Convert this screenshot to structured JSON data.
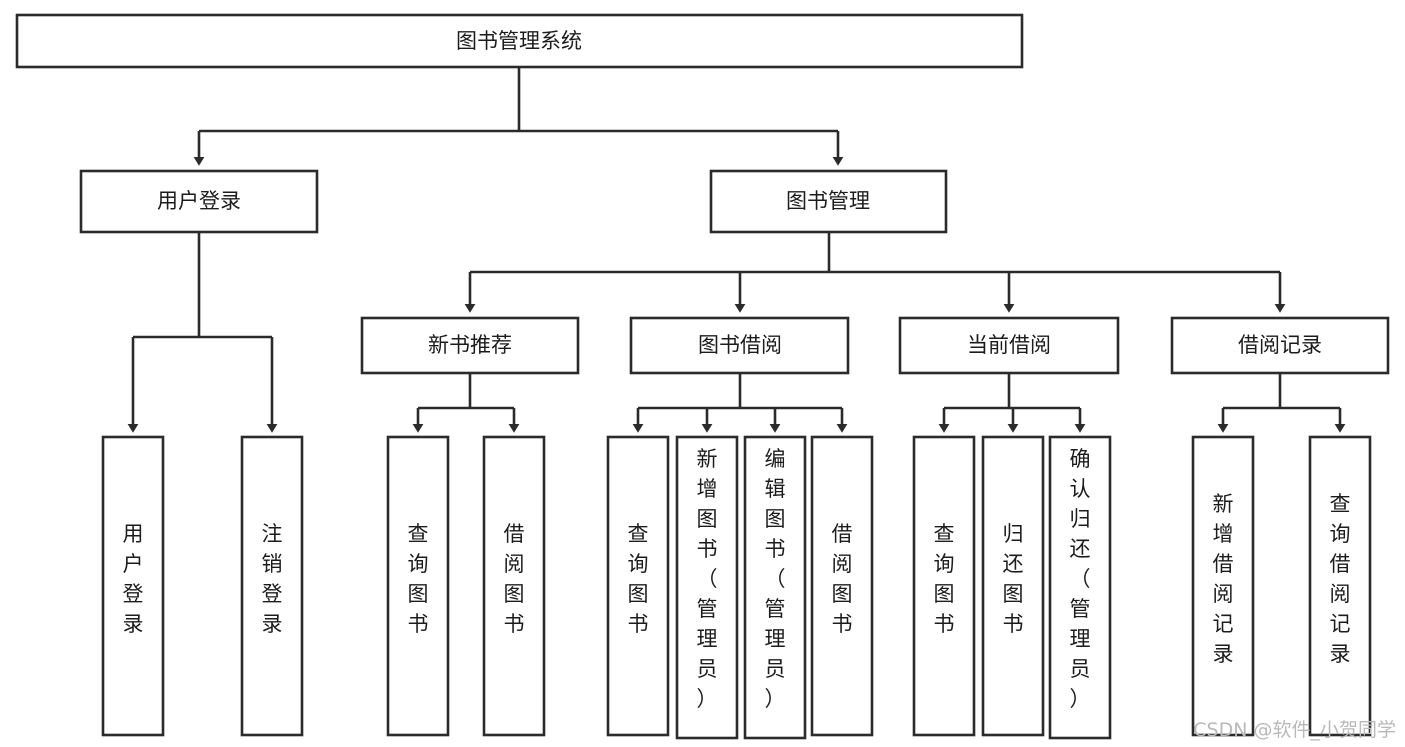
{
  "diagram": {
    "type": "tree",
    "title": "图书管理系统",
    "watermark": "CSDN @软件_小贺同学",
    "colors": {
      "stroke": "#2b2b2b",
      "fill": "#ffffff",
      "text": "#1c1c1c",
      "watermark": "#b9b9b9"
    },
    "root": {
      "label": "图书管理系统"
    },
    "level2": [
      {
        "id": "user-login",
        "label": "用户登录"
      },
      {
        "id": "book-management",
        "label": "图书管理"
      }
    ],
    "level3": [
      {
        "id": "new-book-recommend",
        "label": "新书推荐"
      },
      {
        "id": "book-borrow",
        "label": "图书借阅"
      },
      {
        "id": "current-borrow",
        "label": "当前借阅"
      },
      {
        "id": "borrow-record",
        "label": "借阅记录"
      }
    ],
    "leaves": {
      "user-login": [
        {
          "id": "leaf-user-login",
          "label": "用户登录"
        },
        {
          "id": "leaf-logout",
          "label": "注销登录"
        }
      ],
      "new-book-recommend": [
        {
          "id": "leaf-query-book-1",
          "label": "查询图书"
        },
        {
          "id": "leaf-borrow-book-1",
          "label": "借阅图书"
        }
      ],
      "book-borrow": [
        {
          "id": "leaf-query-book-2",
          "label": "查询图书"
        },
        {
          "id": "leaf-add-book",
          "label": "新增图书（管理员）"
        },
        {
          "id": "leaf-edit-book",
          "label": "编辑图书（管理员）"
        },
        {
          "id": "leaf-borrow-book-2",
          "label": "借阅图书"
        }
      ],
      "current-borrow": [
        {
          "id": "leaf-query-book-3",
          "label": "查询图书"
        },
        {
          "id": "leaf-return-book",
          "label": "归还图书"
        },
        {
          "id": "leaf-confirm-return",
          "label": "确认归还（管理员）"
        }
      ],
      "borrow-record": [
        {
          "id": "leaf-add-record",
          "label": "新增借阅记录"
        },
        {
          "id": "leaf-query-record",
          "label": "查询借阅记录"
        }
      ]
    }
  }
}
